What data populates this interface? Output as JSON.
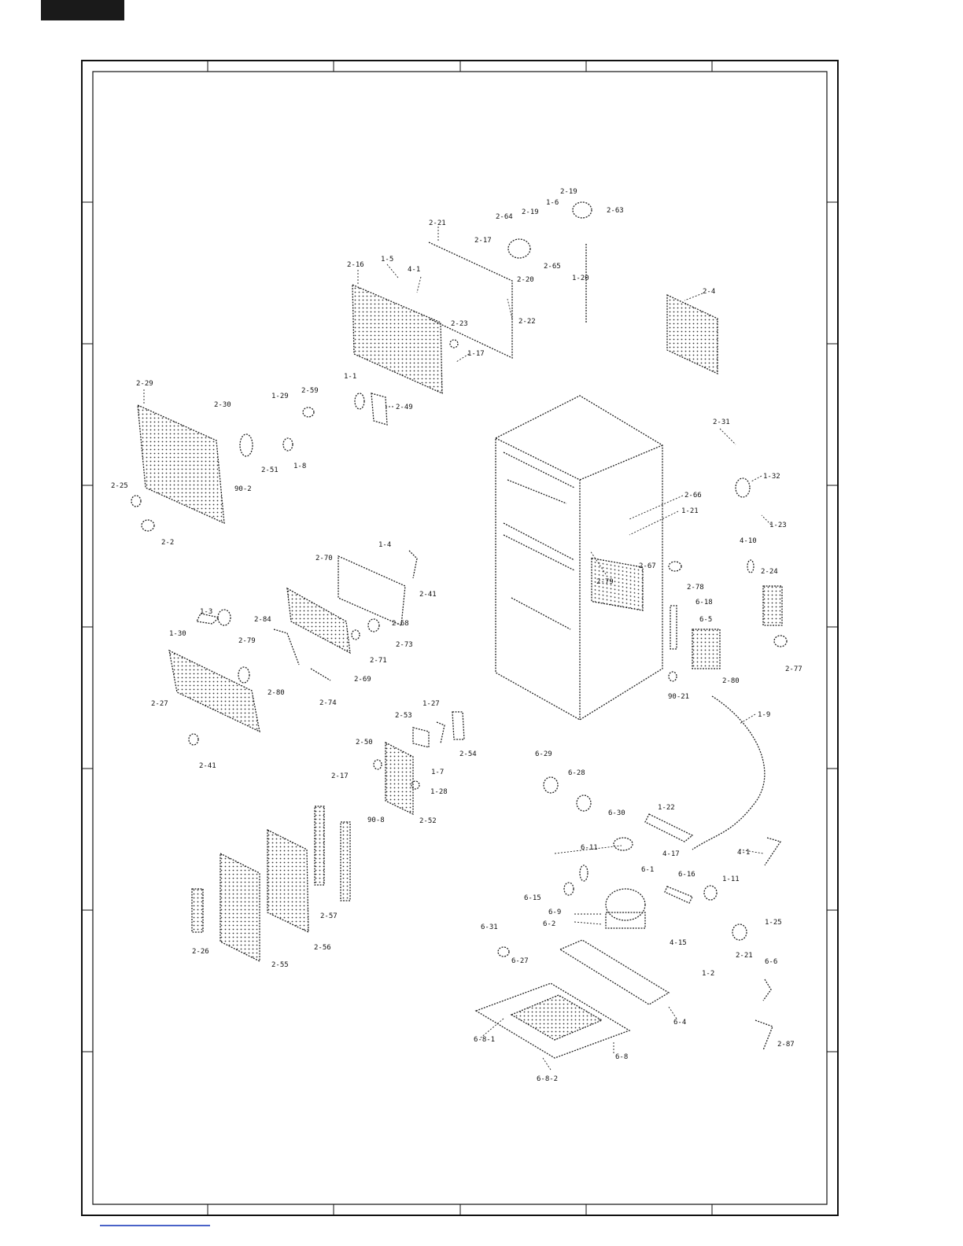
{
  "diagram": {
    "type": "exploded-parts-diagram",
    "labels": [
      {
        "id": "2-19a",
        "text": "2-19"
      },
      {
        "id": "1-6a",
        "text": "1-6"
      },
      {
        "id": "2-63",
        "text": "2-63"
      },
      {
        "id": "2-64",
        "text": "2-64"
      },
      {
        "id": "2-19b",
        "text": "2-19"
      },
      {
        "id": "2-21",
        "text": "2-21"
      },
      {
        "id": "2-17a",
        "text": "2-17"
      },
      {
        "id": "2-65",
        "text": "2-65"
      },
      {
        "id": "2-20",
        "text": "2-20"
      },
      {
        "id": "1-20",
        "text": "1-20"
      },
      {
        "id": "1-5",
        "text": "1-5"
      },
      {
        "id": "2-16",
        "text": "2-16"
      },
      {
        "id": "4-1a",
        "text": "4-1"
      },
      {
        "id": "2-22",
        "text": "2-22"
      },
      {
        "id": "2-4",
        "text": "2-4"
      },
      {
        "id": "2-23",
        "text": "2-23"
      },
      {
        "id": "1-17",
        "text": "1-17"
      },
      {
        "id": "1-1",
        "text": "1-1"
      },
      {
        "id": "2-49",
        "text": "2-49"
      },
      {
        "id": "2-29",
        "text": "2-29"
      },
      {
        "id": "1-29",
        "text": "1-29"
      },
      {
        "id": "2-59",
        "text": "2-59"
      },
      {
        "id": "2-30",
        "text": "2-30"
      },
      {
        "id": "1-8",
        "text": "1-8"
      },
      {
        "id": "2-51",
        "text": "2-51"
      },
      {
        "id": "90-2",
        "text": "90-2"
      },
      {
        "id": "2-25",
        "text": "2-25"
      },
      {
        "id": "2-2",
        "text": "2-2"
      },
      {
        "id": "2-31",
        "text": "2-31"
      },
      {
        "id": "1-32",
        "text": "1-32"
      },
      {
        "id": "2-66",
        "text": "2-66"
      },
      {
        "id": "1-21",
        "text": "1-21"
      },
      {
        "id": "1-23",
        "text": "1-23"
      },
      {
        "id": "4-10",
        "text": "4-10"
      },
      {
        "id": "2-24",
        "text": "2-24"
      },
      {
        "id": "2-67",
        "text": "2-67"
      },
      {
        "id": "2-79a",
        "text": "2-79"
      },
      {
        "id": "2-78",
        "text": "2-78"
      },
      {
        "id": "6-18a",
        "text": "6-18"
      },
      {
        "id": "6-5",
        "text": "6-5"
      },
      {
        "id": "2-77",
        "text": "2-77"
      },
      {
        "id": "2-80a",
        "text": "2-80"
      },
      {
        "id": "90-21",
        "text": "90-21"
      },
      {
        "id": "1-9",
        "text": "1-9"
      },
      {
        "id": "2-70",
        "text": "2-70"
      },
      {
        "id": "1-4",
        "text": "1-4"
      },
      {
        "id": "2-41a",
        "text": "2-41"
      },
      {
        "id": "2-68",
        "text": "2-68"
      },
      {
        "id": "2-73",
        "text": "2-73"
      },
      {
        "id": "2-71",
        "text": "2-71"
      },
      {
        "id": "2-69",
        "text": "2-69"
      },
      {
        "id": "1-3",
        "text": "1-3"
      },
      {
        "id": "1-30",
        "text": "1-30"
      },
      {
        "id": "2-84",
        "text": "2-84"
      },
      {
        "id": "2-79b",
        "text": "2-79"
      },
      {
        "id": "2-80b",
        "text": "2-80"
      },
      {
        "id": "2-74",
        "text": "2-74"
      },
      {
        "id": "2-27",
        "text": "2-27"
      },
      {
        "id": "2-41b",
        "text": "2-41"
      },
      {
        "id": "1-27",
        "text": "1-27"
      },
      {
        "id": "2-53",
        "text": "2-53"
      },
      {
        "id": "2-54",
        "text": "2-54"
      },
      {
        "id": "2-50",
        "text": "2-50"
      },
      {
        "id": "1-7",
        "text": "1-7"
      },
      {
        "id": "2-17b",
        "text": "2-17"
      },
      {
        "id": "1-28",
        "text": "1-28"
      },
      {
        "id": "90-8",
        "text": "90-8"
      },
      {
        "id": "2-52",
        "text": "2-52"
      },
      {
        "id": "6-29",
        "text": "6-29"
      },
      {
        "id": "6-28",
        "text": "6-28"
      },
      {
        "id": "6-30",
        "text": "6-30"
      },
      {
        "id": "1-22",
        "text": "1-22"
      },
      {
        "id": "6-11",
        "text": "6-11"
      },
      {
        "id": "4-17",
        "text": "4-17"
      },
      {
        "id": "6-1",
        "text": "6-1"
      },
      {
        "id": "4-1b",
        "text": "4-1"
      },
      {
        "id": "6-16",
        "text": "6-16"
      },
      {
        "id": "1-11",
        "text": "1-11"
      },
      {
        "id": "6-15",
        "text": "6-15"
      },
      {
        "id": "6-9",
        "text": "6-9"
      },
      {
        "id": "6-2",
        "text": "6-2"
      },
      {
        "id": "1-25",
        "text": "1-25"
      },
      {
        "id": "2-57",
        "text": "2-57"
      },
      {
        "id": "6-31",
        "text": "6-31"
      },
      {
        "id": "4-15",
        "text": "4-15"
      },
      {
        "id": "1-2",
        "text": "1-2"
      },
      {
        "id": "2-21b",
        "text": "2-21"
      },
      {
        "id": "2-56",
        "text": "2-56"
      },
      {
        "id": "2-26",
        "text": "2-26"
      },
      {
        "id": "2-55",
        "text": "2-55"
      },
      {
        "id": "6-27",
        "text": "6-27"
      },
      {
        "id": "6-6",
        "text": "6-6"
      },
      {
        "id": "6-4",
        "text": "6-4"
      },
      {
        "id": "2-87",
        "text": "2-87"
      },
      {
        "id": "6-8-1",
        "text": "6-8-1"
      },
      {
        "id": "6-8",
        "text": "6-8"
      },
      {
        "id": "6-8-2",
        "text": "6-8-2"
      }
    ]
  }
}
